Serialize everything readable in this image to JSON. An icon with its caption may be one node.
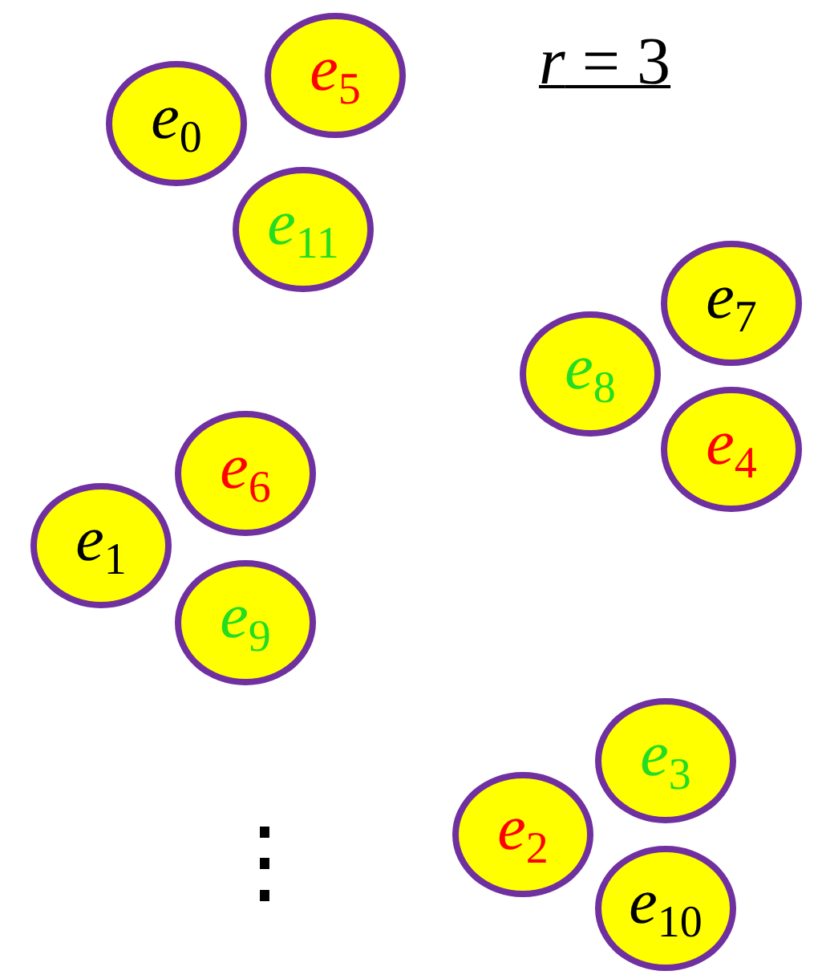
{
  "diagram": {
    "nodes": [
      {
        "text": [
          "*e*$_{5}$"
        ]
      },
      {
        "text": [
          "*e*$_{0}$"
        ]
      },
      {
        "text": [
          "*e*$_{11}$"
        ]
      },
      {
        "text": [
          "*e*$_{7}$"
        ]
      },
      {
        "text": [
          "*e*$_{8}$"
        ]
      },
      {
        "text": [
          "*e*$_{4}$"
        ]
      },
      {
        "text": [
          "*e*$_{6}$"
        ]
      },
      {
        "text": [
          "*e*$_{1}$"
        ]
      },
      {
        "text": [
          "*e*$_{9}$"
        ]
      },
      {
        "text": [
          "*e*$_{3}$"
        ]
      },
      {
        "text": [
          "*e*$_{2}$"
        ]
      },
      {
        "text": [
          "*e*$_{10}$"
        ]
      }
    ],
    "labels": [
      "*r* = 3",
      "⋮"
    ]
  }
}
